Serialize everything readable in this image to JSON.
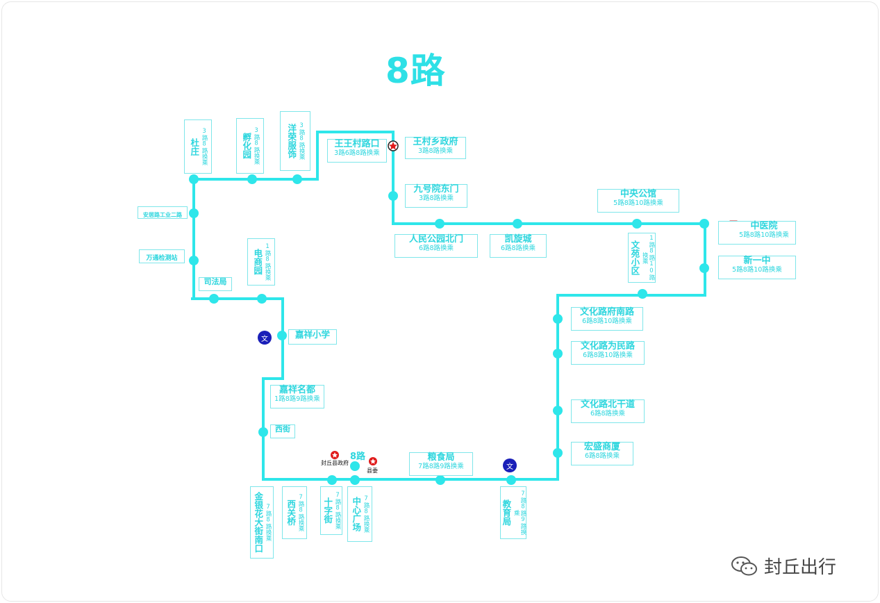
{
  "title": "8路",
  "colors": {
    "route": "#2ee6ea",
    "text": "#2ed6de",
    "badge": "#1a1fb8",
    "star": "#e01b1b",
    "hospital": "#e01b1b"
  },
  "stops": {
    "duzhuang": {
      "name": "杜庄",
      "transfer": "3路8路换乘"
    },
    "fuhuayuan": {
      "name": "孵化园",
      "transfer": "3路8路换乘"
    },
    "yangrong": {
      "name": "洋荣服饰",
      "transfer": "3路8路换乘"
    },
    "wangwangcun": {
      "name": "王王村路口",
      "transfer": "3路6路8路换乘"
    },
    "wangcunxiang": {
      "name": "王村乡政府",
      "transfer": "3路8路换乘"
    },
    "jiuhaoyuan": {
      "name": "九号院东门",
      "transfer": "3路8路换乘"
    },
    "renmin": {
      "name": "人民公园北门",
      "transfer": "6路8路换乘"
    },
    "kaixuan": {
      "name": "凯旋城",
      "transfer": "6路8路换乘"
    },
    "zhongyang": {
      "name": "中央公馆",
      "transfer": "5路8路10路换乘"
    },
    "zhongyiyuan": {
      "name": "中医院",
      "transfer": "5路8路10路换乘"
    },
    "xinyizhong": {
      "name": "新一中",
      "transfer": "5路8路10路换乘"
    },
    "wenyuan": {
      "name": "文苑小区",
      "transfer": "1路8路10路换乘"
    },
    "wenhua_fn": {
      "name": "文化路府南路",
      "transfer": "6路8路10路换乘"
    },
    "wenhua_wm": {
      "name": "文化路为民路",
      "transfer": "6路8路10路换乘"
    },
    "wenhua_bg": {
      "name": "文化路北干道",
      "transfer": "6路8路换乘"
    },
    "hongsheng": {
      "name": "宏盛商厦",
      "transfer": "6路8路换乘"
    },
    "liangshi": {
      "name": "粮食局",
      "transfer": "7路8路9路换乘"
    },
    "jiaoyu": {
      "name": "教育局",
      "transfer": "7路8路9路换乘"
    },
    "zhongxin": {
      "name": "中心广场",
      "transfer": "7路8路换乘"
    },
    "shizi": {
      "name": "十字街",
      "transfer": "7路8路换乘"
    },
    "xiguanqiao": {
      "name": "西关桥",
      "transfer": "7路8路换乘"
    },
    "jinyin": {
      "name": "金银花大街南口",
      "transfer": "7路8路换乘"
    },
    "xijie": {
      "name": "西街"
    },
    "jiaxiangmd": {
      "name": "嘉祥名都",
      "transfer": "1路8路9路换乘"
    },
    "jiaxiangxx": {
      "name": "嘉祥小学"
    },
    "sifa": {
      "name": "司法局"
    },
    "dianshang": {
      "name": "电商园",
      "transfer": "1路8路换乘"
    },
    "wantong": {
      "name": "万通检测站"
    },
    "anju": {
      "name": "安居路工业二路"
    }
  },
  "markers": {
    "wen": "文",
    "xianzhengfu": "封丘县政府",
    "xianwei": "县委",
    "route_tag": "8路"
  },
  "brand": {
    "name": "封丘出行",
    "icon": "wechat-icon"
  }
}
